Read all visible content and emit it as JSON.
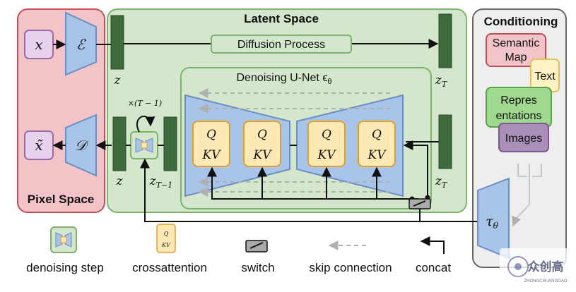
{
  "panels": {
    "pixel_space": "Pixel Space",
    "latent_space": "Latent Space",
    "conditioning": "Conditioning"
  },
  "inputs": {
    "x": "x",
    "x_tilde": "x̃",
    "encoder": "ℰ",
    "decoder": "𝒟"
  },
  "latent": {
    "z_top": "z",
    "z_bottom": "z",
    "z_T_top": "z",
    "z_T_top_sub": "T",
    "z_T_bottom": "z",
    "z_T_bottom_sub": "T",
    "z_T_minus_1": "z",
    "z_T_minus_1_sub": "T−1",
    "diffusion_process": "Diffusion Process",
    "repeat_label": "×(T − 1)",
    "unet_title": "Denoising U-Net ϵ",
    "unet_title_sub": "θ",
    "attention_q": "Q",
    "attention_kv": "KV"
  },
  "conditioning": {
    "semantic_map": "Semantic Map",
    "semantic_map_line1": "Semantic",
    "semantic_map_line2": "Map",
    "text": "Text",
    "representations_line1": "Repres",
    "representations_line2": "entations",
    "images": "Images",
    "tau": "τ",
    "tau_sub": "θ"
  },
  "legend": {
    "denoising_step": "denoising step",
    "crossattention": "crossattention",
    "switch": "switch",
    "skip_connection": "skip connection",
    "concat": "concat"
  },
  "watermark": {
    "name": "众创高",
    "sub": "ZHONGCHUANGGAO"
  },
  "colors": {
    "pixel_fill": "#f2c4c8",
    "pixel_border": "#c84c58",
    "latent_fill": "#d4e7cc",
    "latent_border": "#7db36a",
    "cond_fill": "#eeeeee",
    "cond_border": "#666666",
    "trapezoid_fill": "#a8c4e8",
    "trapezoid_border": "#6b8fc4",
    "latent_bar": "#3d6b3d",
    "attention_fill": "#fde9b4",
    "attention_border": "#e0a030",
    "xbox_fill": "#e6d2ec",
    "xbox_border": "#9b6aab"
  }
}
